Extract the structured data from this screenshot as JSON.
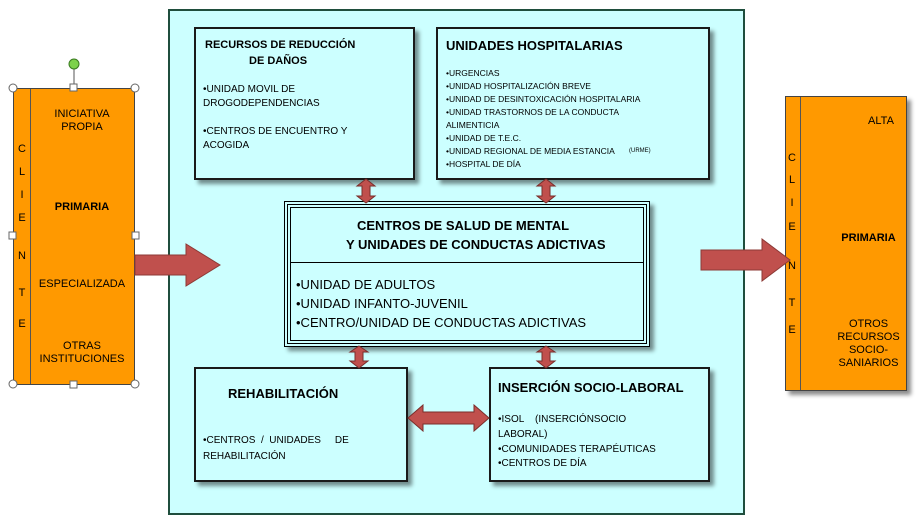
{
  "left_panel": {
    "cliente_letters": [
      "C",
      "L",
      "I",
      "E",
      "N",
      "T",
      "E"
    ],
    "labels": [
      "INICIATIVA",
      "PROPIA",
      "PRIMARIA",
      "ESPECIALIZADA",
      "OTRAS",
      "INSTITUCIONES"
    ]
  },
  "right_panel": {
    "cliente_letters": [
      "C",
      "L",
      "I",
      "E",
      "N",
      "T",
      "E"
    ],
    "labels": [
      "ALTA",
      "PRIMARIA",
      "OTROS",
      "RECURSOS",
      "SOCIO-",
      "SANIARIOS"
    ]
  },
  "recursos": {
    "title_line1": "RECURSOS  DE  REDUCCIÓN",
    "title_line2": "DE DAÑOS",
    "items": [
      "•UNIDAD MOVIL DE",
      "DROGODEPENDENCIAS",
      "•CENTROS DE ENCUENTRO Y",
      "ACOGIDA"
    ]
  },
  "hospitalarias": {
    "title": "UNIDADES HOSPITALARIAS",
    "items": [
      "•URGENCIAS",
      "•UNIDAD HOSPITALIZACIÓN BREVE",
      "•UNIDAD DE DESINTOXICACIÓN HOSPITALARIA",
      "•UNIDAD TRASTORNOS DE LA CONDUCTA",
      "ALIMENTICIA",
      "•UNIDAD DE  T.E.C.",
      "•UNIDAD REGIONAL DE MEDIA ESTANCIA",
      "•HOSPITAL DE DÍA"
    ],
    "urme": "(URME)"
  },
  "centros": {
    "title_line1": "CENTROS DE SALUD DE MENTAL",
    "title_line2": "Y UNIDADES DE CONDUCTAS ADICTIVAS",
    "items": [
      "•UNIDAD DE ADULTOS",
      "•UNIDAD INFANTO-JUVENIL",
      "•CENTRO/UNIDAD DE CONDUCTAS ADICTIVAS"
    ]
  },
  "rehabilitacion": {
    "title": "REHABILITACIÓN",
    "items": [
      "•CENTROS  /  UNIDADES     DE",
      "REHABILITACIÓN"
    ]
  },
  "insercion": {
    "title": "INSERCIÓN SOCIO-LABORAL",
    "items": [
      "•ISOL    (INSERCIÓNSOCIO",
      "LABORAL)",
      "•COMUNIDADES TERAPÉUTICAS",
      "•CENTROS DE DÍA"
    ]
  },
  "colors": {
    "cyan": "#ccffff",
    "orange": "#ff9900",
    "arrow": "#c0504d",
    "border": "#1a1a1a",
    "frame": "#1f4e3d"
  }
}
